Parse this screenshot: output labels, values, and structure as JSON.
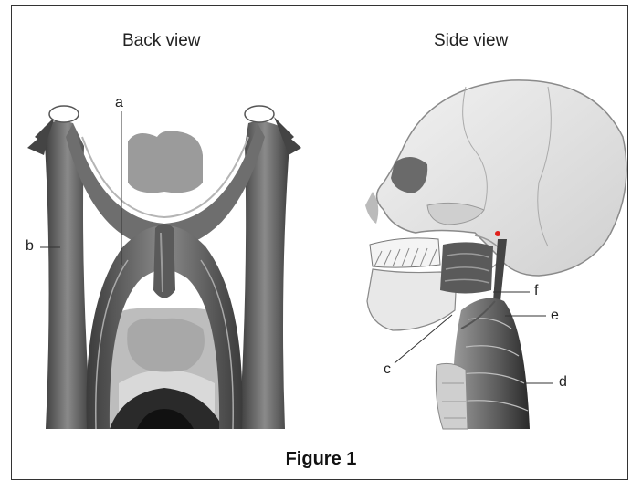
{
  "figure": {
    "back_view_title": "Back view",
    "side_view_title": "Side view",
    "caption": "Figure 1",
    "labels": {
      "a": "a",
      "b": "b",
      "c": "c",
      "d": "d",
      "e": "e",
      "f": "f"
    },
    "marker_color": "#e0201b"
  }
}
